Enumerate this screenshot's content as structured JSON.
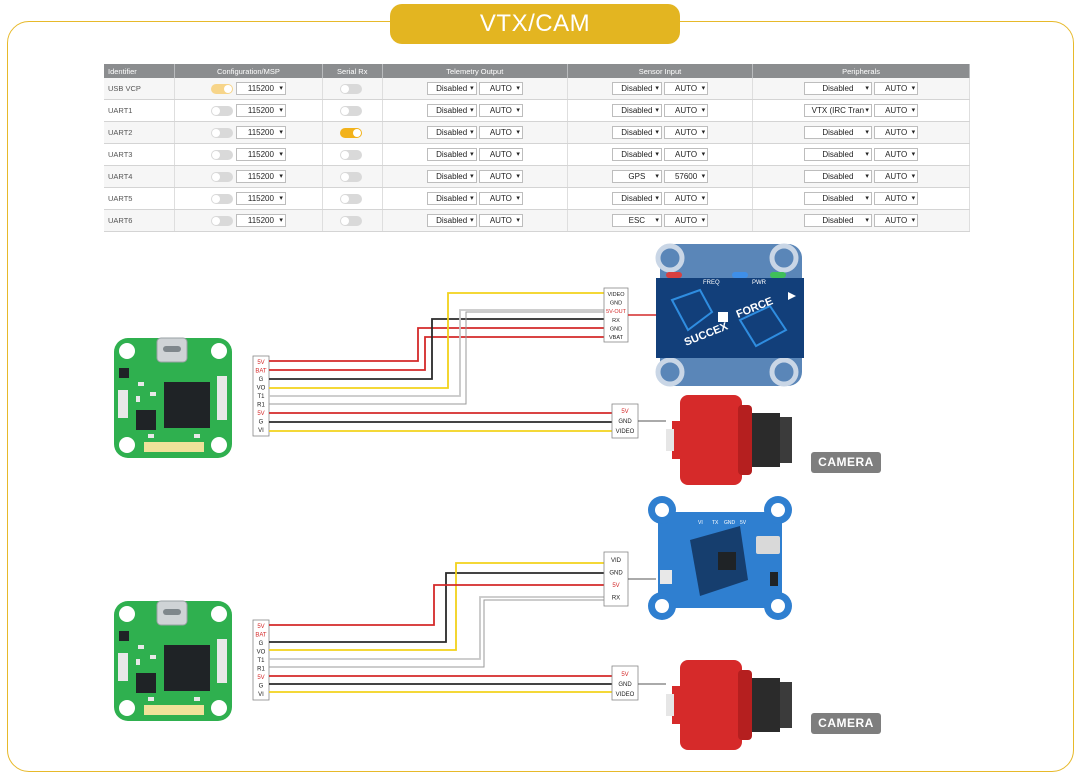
{
  "title": "VTX/CAM",
  "table": {
    "headers": [
      "Identifier",
      "Configuration/MSP",
      "Serial Rx",
      "Telemetry Output",
      "Sensor Input",
      "Peripherals"
    ],
    "rows": [
      {
        "id": "USB VCP",
        "msp": "half",
        "baud": "115200",
        "rx": "off",
        "tel": "Disabled",
        "tel_auto": "AUTO",
        "sens": "Disabled",
        "sens_auto": "AUTO",
        "per": "Disabled",
        "per_auto": "AUTO"
      },
      {
        "id": "UART1",
        "msp": "off",
        "baud": "115200",
        "rx": "off",
        "tel": "Disabled",
        "tel_auto": "AUTO",
        "sens": "Disabled",
        "sens_auto": "AUTO",
        "per": "VTX (IRC Tran",
        "per_auto": "AUTO"
      },
      {
        "id": "UART2",
        "msp": "off",
        "baud": "115200",
        "rx": "on",
        "tel": "Disabled",
        "tel_auto": "AUTO",
        "sens": "Disabled",
        "sens_auto": "AUTO",
        "per": "Disabled",
        "per_auto": "AUTO"
      },
      {
        "id": "UART3",
        "msp": "off",
        "baud": "115200",
        "rx": "off",
        "tel": "Disabled",
        "tel_auto": "AUTO",
        "sens": "Disabled",
        "sens_auto": "AUTO",
        "per": "Disabled",
        "per_auto": "AUTO"
      },
      {
        "id": "UART4",
        "msp": "off",
        "baud": "115200",
        "rx": "off",
        "tel": "Disabled",
        "tel_auto": "AUTO",
        "sens": "GPS",
        "sens_auto": "57600",
        "per": "Disabled",
        "per_auto": "AUTO"
      },
      {
        "id": "UART5",
        "msp": "off",
        "baud": "115200",
        "rx": "off",
        "tel": "Disabled",
        "tel_auto": "AUTO",
        "sens": "Disabled",
        "sens_auto": "AUTO",
        "per": "Disabled",
        "per_auto": "AUTO"
      },
      {
        "id": "UART6",
        "msp": "off",
        "baud": "115200",
        "rx": "off",
        "tel": "Disabled",
        "tel_auto": "AUTO",
        "sens": "ESC",
        "sens_auto": "AUTO",
        "per": "Disabled",
        "per_auto": "AUTO"
      }
    ]
  },
  "fc_pins": [
    "5V",
    "BAT",
    "G",
    "VO",
    "T1",
    "R1",
    "5V",
    "G",
    "VI"
  ],
  "vtx1_pins": [
    "VIDEO",
    "GND",
    "5V-OUT",
    "RX",
    "GND",
    "VBAT"
  ],
  "vtx1_brand": [
    "SUCCEX",
    "FORCE"
  ],
  "vtx1_labels": [
    "FREQ",
    "PWR"
  ],
  "vtx2_pins": [
    "VID",
    "GND",
    "5V",
    "RX"
  ],
  "vtx2_top_labels": [
    "VI",
    "TX",
    "GND",
    "5V"
  ],
  "cam_pins": [
    "5V",
    "GND",
    "VIDEO"
  ],
  "camera_label": "CAMERA",
  "colors": {
    "accent": "#e3b521",
    "pcb_green": "#27a24a",
    "red": "#e02020",
    "yellow": "#f2d21b",
    "vtx_blue": "#2f7fd0",
    "camera_red": "#d62a2a"
  }
}
